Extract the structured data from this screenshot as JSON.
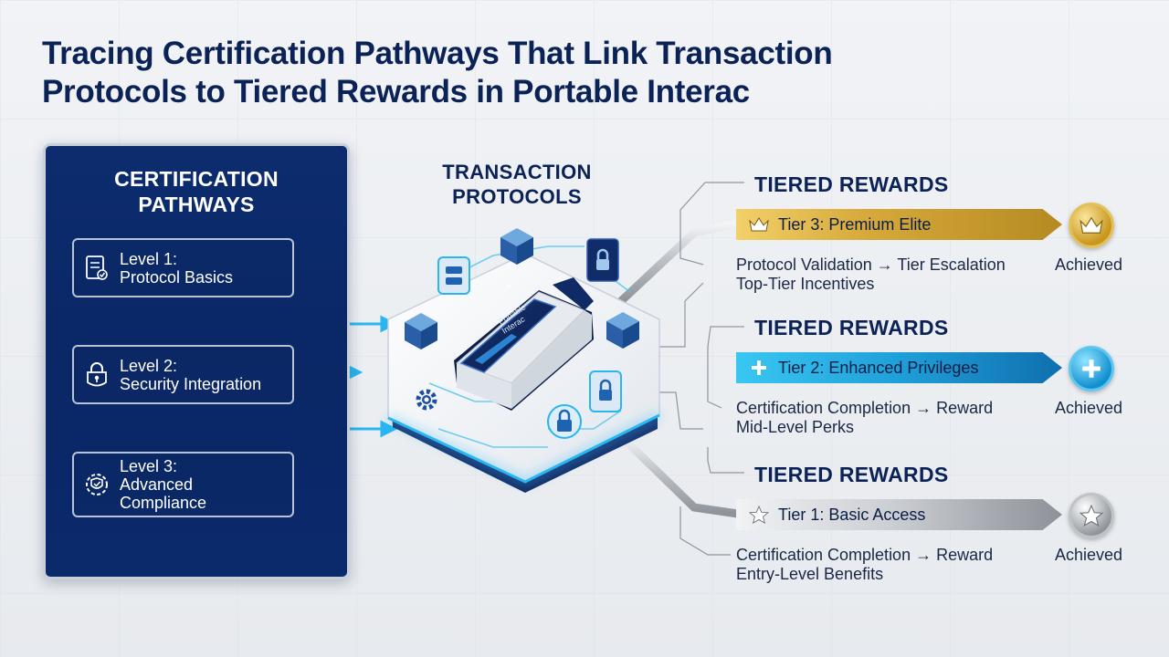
{
  "title": {
    "line1": "Tracing Certification Pathways That Link Transaction",
    "line2": "Protocols to Tiered Rewards in Portable Interac"
  },
  "panel": {
    "title_line1": "CERTIFICATION",
    "title_line2": "PATHWAYS",
    "levels": [
      {
        "line1": "Level 1:",
        "line2": "Protocol Basics",
        "icon": "checklist-icon"
      },
      {
        "line1": "Level 2:",
        "line2": "Security Integration",
        "icon": "padlock-icon"
      },
      {
        "line1": "Level 3:",
        "line2": "Advanced",
        "line3": "Compliance",
        "icon": "gear-shield-icon"
      }
    ]
  },
  "center": {
    "title_line1": "TRANSACTION",
    "title_line2": "PROTOCOLS",
    "terminal_screen_line1": "Portable",
    "terminal_screen_line2": "Interac"
  },
  "tiers": [
    {
      "heading": "TIERED REWARDS",
      "label": "Tier 3: Premium Elite",
      "icon": "crown-icon",
      "desc_line1": "Protocol Validation → Tier Escalation",
      "desc_line2": "Top-Tier Incentives",
      "status": "Achieved",
      "color": "#d4a73a"
    },
    {
      "heading": "TIERED REWARDS",
      "label": "Tier 2: Enhanced Privileges",
      "icon": "plus-icon",
      "desc_line1": "Certification Completion → Reward",
      "desc_line2": "Mid-Level Perks",
      "status": "Achieved",
      "color": "#1f9fd9"
    },
    {
      "heading": "TIERED REWARDS",
      "label": "Tier 1: Basic Access",
      "icon": "star-icon",
      "desc_line1": "Certification Completion → Reward",
      "desc_line2": "Entry-Level Benefits",
      "status": "Achieved",
      "color": "#b6b9be"
    }
  ],
  "colors": {
    "navy": "#0b2256",
    "panel": "#0c2c6e",
    "accent_cyan": "#29b6f0",
    "gold": "#d4a73a",
    "silver": "#b6b9be"
  }
}
